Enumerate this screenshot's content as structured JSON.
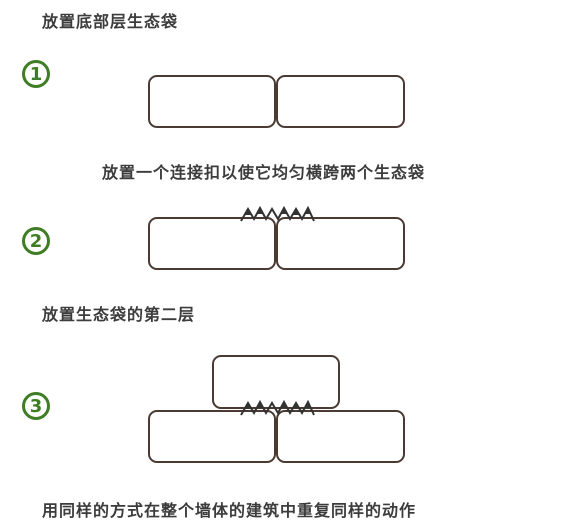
{
  "steps": [
    {
      "number": "1",
      "caption": "放置底部层生态袋"
    },
    {
      "number": "2",
      "caption": "放置一个连接扣以使它均匀横跨两个生态袋"
    },
    {
      "number": "3",
      "caption": "放置生态袋的第二层"
    }
  ],
  "final_caption": "用同样的方式在整个墙体的建筑中重复同样的动作",
  "colors": {
    "step_circle": "#3e7d24",
    "bag_outline": "#4a3a32",
    "connector": "#333333"
  }
}
